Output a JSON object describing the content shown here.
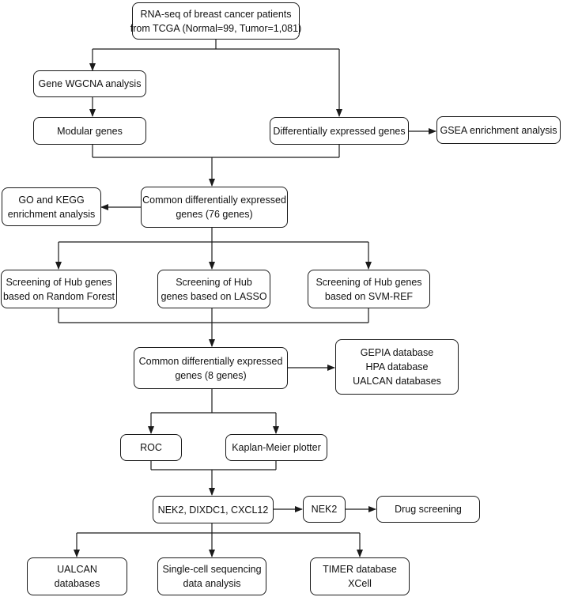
{
  "nodes": {
    "rnaseq": [
      "RNA-seq of breast cancer patients",
      "from TCGA (Normal=99, Tumor=1,081)"
    ],
    "wgcna": [
      "Gene WGCNA analysis"
    ],
    "modular": [
      "Modular genes"
    ],
    "deg": [
      "Differentially expressed genes"
    ],
    "gsea": [
      "GSEA enrichment analysis"
    ],
    "gokegg": [
      "GO and KEGG",
      "enrichment analysis"
    ],
    "common76": [
      "Common differentially expressed",
      "genes (76 genes)"
    ],
    "rf": [
      "Screening of Hub genes",
      "based on Random Forest"
    ],
    "lasso": [
      "Screening of Hub",
      "genes based on LASSO"
    ],
    "svm": [
      "Screening of Hub genes",
      "based on SVM-REF"
    ],
    "common8": [
      "Common differentially expressed",
      "genes (8 genes)"
    ],
    "dbs": [
      "GEPIA database",
      "HPA database",
      "UALCAN databases"
    ],
    "roc": [
      "ROC"
    ],
    "km": [
      "Kaplan-Meier plotter"
    ],
    "genes3": [
      "NEK2, DIXDC1, CXCL12"
    ],
    "nek2": [
      "NEK2"
    ],
    "drug": [
      "Drug screening"
    ],
    "ualcan": [
      "UALCAN",
      "databases"
    ],
    "singlecell": [
      "Single-cell sequencing",
      "data analysis"
    ],
    "timer": [
      "TIMER database",
      "XCell"
    ]
  }
}
